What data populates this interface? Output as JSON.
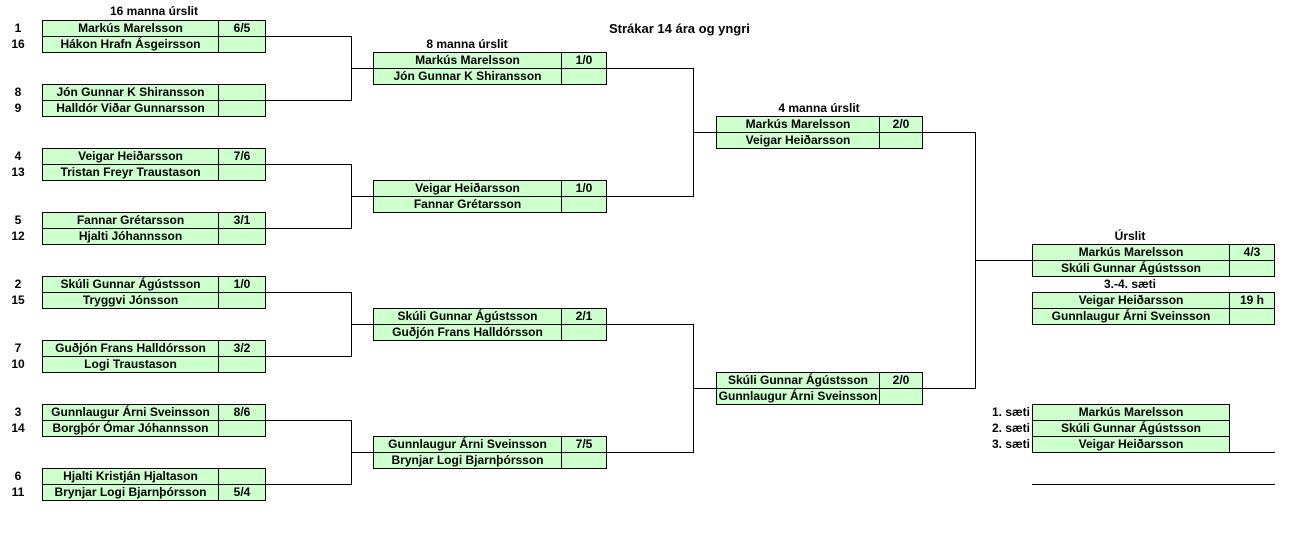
{
  "title": "Strákar 14 ára og yngri",
  "headers": {
    "r16": "16 manna úrslit",
    "qf": "8 manna úrslit",
    "sf": "4 manna úrslit",
    "final": "Úrslit",
    "third": "3.-4. sæti"
  },
  "r16": [
    {
      "seed": "1",
      "name": "Markús Marelsson",
      "score": "6/5"
    },
    {
      "seed": "16",
      "name": "Hákon Hrafn Ásgeirsson",
      "score": ""
    },
    {
      "seed": "8",
      "name": "Jón Gunnar K Shiransson",
      "score": ""
    },
    {
      "seed": "9",
      "name": "Halldór Viðar Gunnarsson",
      "score": ""
    },
    {
      "seed": "4",
      "name": "Veigar Heiðarsson",
      "score": "7/6"
    },
    {
      "seed": "13",
      "name": "Tristan Freyr Traustason",
      "score": ""
    },
    {
      "seed": "5",
      "name": "Fannar Grétarsson",
      "score": "3/1"
    },
    {
      "seed": "12",
      "name": "Hjalti Jóhannsson",
      "score": ""
    },
    {
      "seed": "2",
      "name": "Skúli Gunnar Ágústsson",
      "score": "1/0"
    },
    {
      "seed": "15",
      "name": "Tryggvi Jónsson",
      "score": ""
    },
    {
      "seed": "7",
      "name": "Guðjón Frans Halldórsson",
      "score": "3/2"
    },
    {
      "seed": "10",
      "name": "Logi Traustason",
      "score": ""
    },
    {
      "seed": "3",
      "name": "Gunnlaugur Árni Sveinsson",
      "score": "8/6"
    },
    {
      "seed": "14",
      "name": "Borgþór Ómar Jóhannsson",
      "score": ""
    },
    {
      "seed": "6",
      "name": "Hjalti Kristján Hjaltason",
      "score": ""
    },
    {
      "seed": "11",
      "name": "Brynjar Logi Bjarnþórsson",
      "score": "5/4"
    }
  ],
  "qf": [
    {
      "name": "Markús Marelsson",
      "score": "1/0"
    },
    {
      "name": "Jón Gunnar K Shiransson",
      "score": ""
    },
    {
      "name": "Veigar Heiðarsson",
      "score": "1/0"
    },
    {
      "name": "Fannar Grétarsson",
      "score": ""
    },
    {
      "name": "Skúli Gunnar Ágústsson",
      "score": "2/1"
    },
    {
      "name": "Guðjón Frans Halldórsson",
      "score": ""
    },
    {
      "name": "Gunnlaugur Árni Sveinsson",
      "score": "7/5"
    },
    {
      "name": "Brynjar Logi Bjarnþórsson",
      "score": ""
    }
  ],
  "sf": [
    {
      "name": "Markús Marelsson",
      "score": "2/0"
    },
    {
      "name": "Veigar Heiðarsson",
      "score": ""
    },
    {
      "name": "Skúli Gunnar Ágústsson",
      "score": "2/0"
    },
    {
      "name": "Gunnlaugur Árni Sveinsson",
      "score": ""
    }
  ],
  "final": [
    {
      "name": "Markús Marelsson",
      "score": "4/3"
    },
    {
      "name": "Skúli Gunnar Ágústsson",
      "score": ""
    }
  ],
  "third": [
    {
      "name": "Veigar Heiðarsson",
      "score": "19 h"
    },
    {
      "name": "Gunnlaugur Árni Sveinsson",
      "score": ""
    }
  ],
  "placings": [
    {
      "label": "1. sæti",
      "name": "Markús Marelsson"
    },
    {
      "label": "2. sæti",
      "name": "Skúli Gunnar Ágústsson"
    },
    {
      "label": "3. sæti",
      "name": "Veigar Heiðarsson"
    }
  ]
}
